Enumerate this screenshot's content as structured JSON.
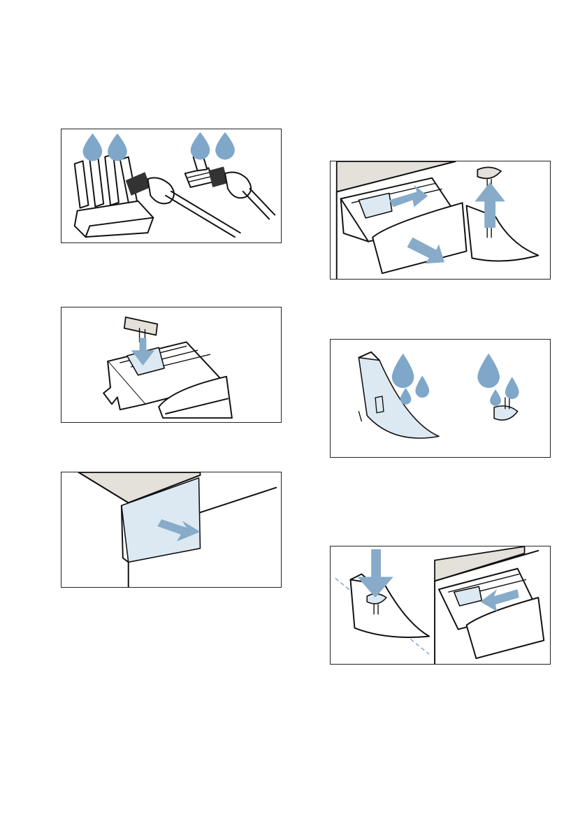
{
  "page": {
    "figures": [
      {
        "id": "fig-brush-clean",
        "icons": [
          "water-drop-icon",
          "brush-icon"
        ]
      },
      {
        "id": "fig-insert-siphon",
        "icons": [
          "down-arrow-icon"
        ]
      },
      {
        "id": "fig-close-drawer",
        "icons": [
          "push-arrow-icon"
        ]
      },
      {
        "id": "fig-remove-drawer",
        "icons": [
          "pull-arrow-icon",
          "up-arrow-icon"
        ]
      },
      {
        "id": "fig-rinse-parts",
        "icons": [
          "water-drop-icon"
        ]
      },
      {
        "id": "fig-reassemble",
        "icons": [
          "down-arrow-icon",
          "push-arrow-icon"
        ]
      }
    ],
    "colors": {
      "accent": "#7fa7c9",
      "tint": "#dde9f2",
      "housing": "#e4e0da"
    }
  }
}
